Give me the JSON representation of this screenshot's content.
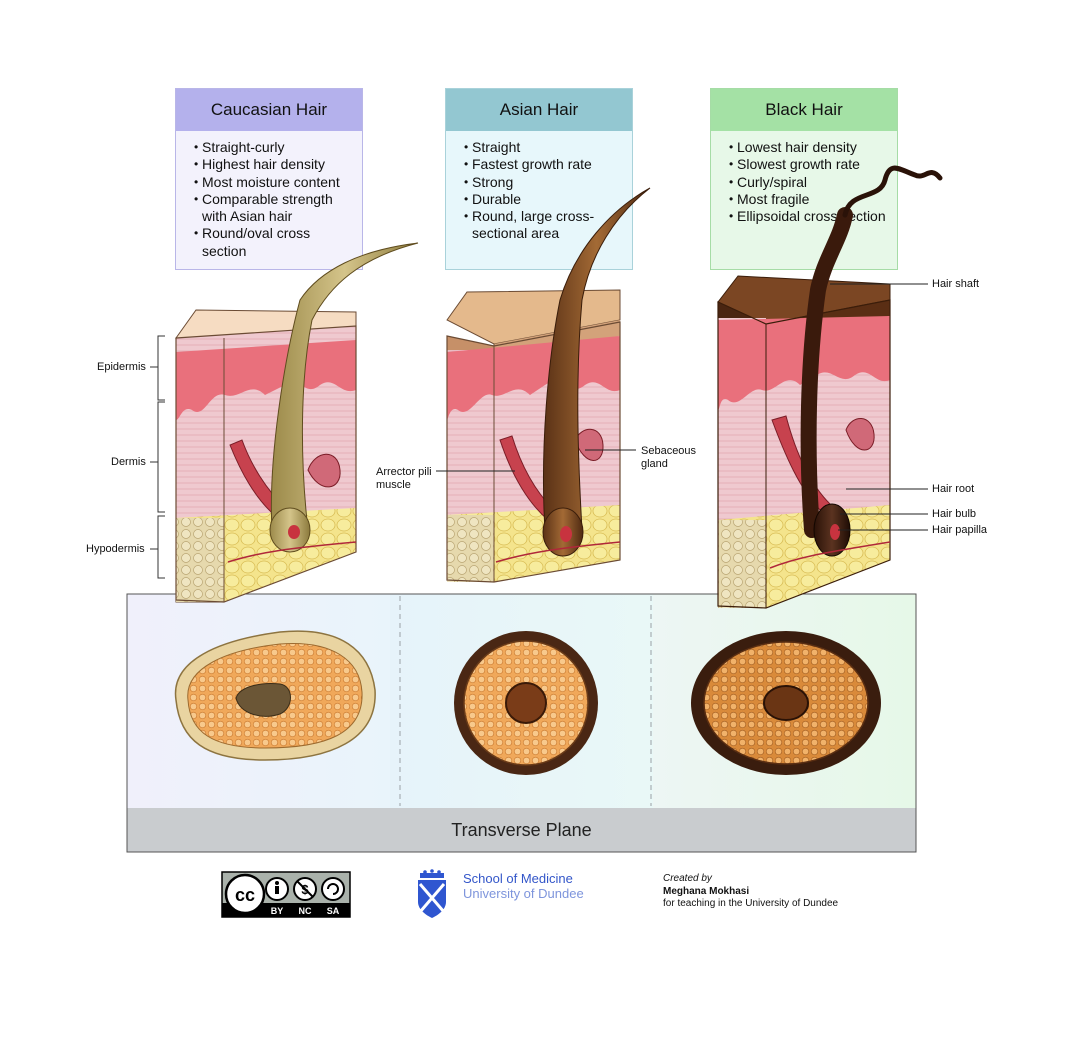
{
  "cards": {
    "caucasian": {
      "title": "Caucasian Hair",
      "bullets": [
        "Straight-curly",
        "Highest hair density",
        "Most moisture content",
        "Comparable strength with Asian hair",
        "Round/oval cross section"
      ]
    },
    "asian": {
      "title": "Asian Hair",
      "bullets": [
        "Straight",
        "Fastest growth rate",
        "Strong",
        "Durable",
        "Round, large cross-sectional area"
      ]
    },
    "black": {
      "title": "Black Hair",
      "bullets": [
        "Lowest hair density",
        "Slowest growth rate",
        "Curly/spiral",
        "Most fragile",
        "Ellipsoidal cross section"
      ]
    }
  },
  "layers": {
    "epidermis": "Epidermis",
    "dermis": "Dermis",
    "hypodermis": "Hypodermis"
  },
  "structures": {
    "arrector_pili_1": "Arrector pili",
    "arrector_pili_2": "muscle",
    "sebaceous_1": "Sebaceous",
    "sebaceous_2": "gland",
    "hair_shaft": "Hair shaft",
    "hair_root": "Hair root",
    "hair_bulb": "Hair bulb",
    "hair_papilla": "Hair papilla"
  },
  "transverse_plane": "Transverse Plane",
  "license": {
    "cc": "cc",
    "by": "BY",
    "nc": "NC",
    "sa": "SA"
  },
  "institution": {
    "line1": "School of Medicine",
    "line2": "University of Dundee"
  },
  "credit": {
    "created_by": "Created by",
    "author": "Meghana Mokhasi",
    "purpose": "for teaching in the University of Dundee"
  },
  "colors": {
    "caucasian_header": "#b4b1ec",
    "asian_header": "#93c7d1",
    "black_header": "#a4e1a5",
    "epidermis_pink": "#e9707c",
    "dermis_pink": "#ecc3cb",
    "hypodermis_yellow": "#f2e08a",
    "school_blue": "#3356c9"
  }
}
